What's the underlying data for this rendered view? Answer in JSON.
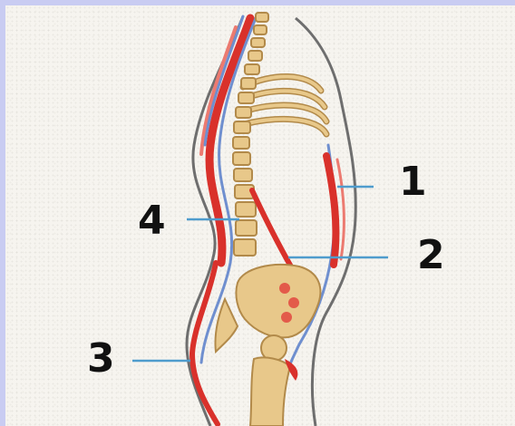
{
  "labels": [
    {
      "id": "1",
      "text": "1"
    },
    {
      "id": "2",
      "text": "2"
    },
    {
      "id": "3",
      "text": "3"
    },
    {
      "id": "4",
      "text": "4"
    }
  ],
  "colors": {
    "background": "#f6f4ef",
    "border": "#c9ccf2",
    "bone": "#e8c88a",
    "bone_outline": "#b28a4a",
    "muscle": "#d9312b",
    "nerve": "#6f8fcf",
    "skin_outline": "#6e6e6e",
    "leader_line": "#4f9ccd",
    "number": "#111111"
  }
}
